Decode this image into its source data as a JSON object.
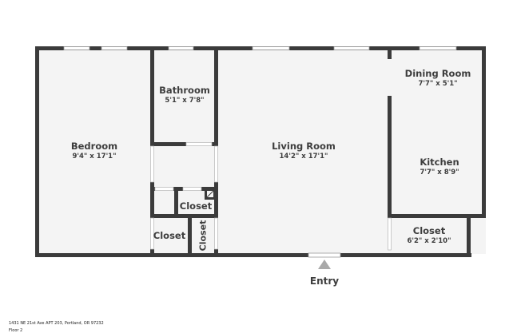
{
  "floor_plan": {
    "rooms": [
      {
        "id": "bedroom",
        "name": "Bedroom",
        "dimensions": "9'4\" x 17'1\""
      },
      {
        "id": "bathroom",
        "name": "Bathroom",
        "dimensions": "5'1\" x 7'8\""
      },
      {
        "id": "living_room",
        "name": "Living Room",
        "dimensions": "14'2\" x 17'1\""
      },
      {
        "id": "dining_room",
        "name": "Dining Room",
        "dimensions": "7'7\" x 5'1\""
      },
      {
        "id": "kitchen",
        "name": "Kitchen",
        "dimensions": "7'7\" x 8'9\""
      },
      {
        "id": "closet_right",
        "name": "Closet",
        "dimensions": "6'2\" x 2'10\""
      },
      {
        "id": "closet_center",
        "name": "Closet"
      },
      {
        "id": "closet_bottom_left",
        "name": "Closet"
      },
      {
        "id": "closet_vertical",
        "name": "Closet"
      }
    ],
    "entry": {
      "label": "Entry"
    },
    "colors": {
      "wall": "#3b3b3b",
      "floor": "#f4f4f4",
      "text": "#3d3d3d",
      "entry_marker": "#a9a9a9"
    }
  },
  "footer": {
    "address": "1431 NE 21st Ave APT 203, Portland, OR 97232",
    "floor": "Floor 2"
  }
}
